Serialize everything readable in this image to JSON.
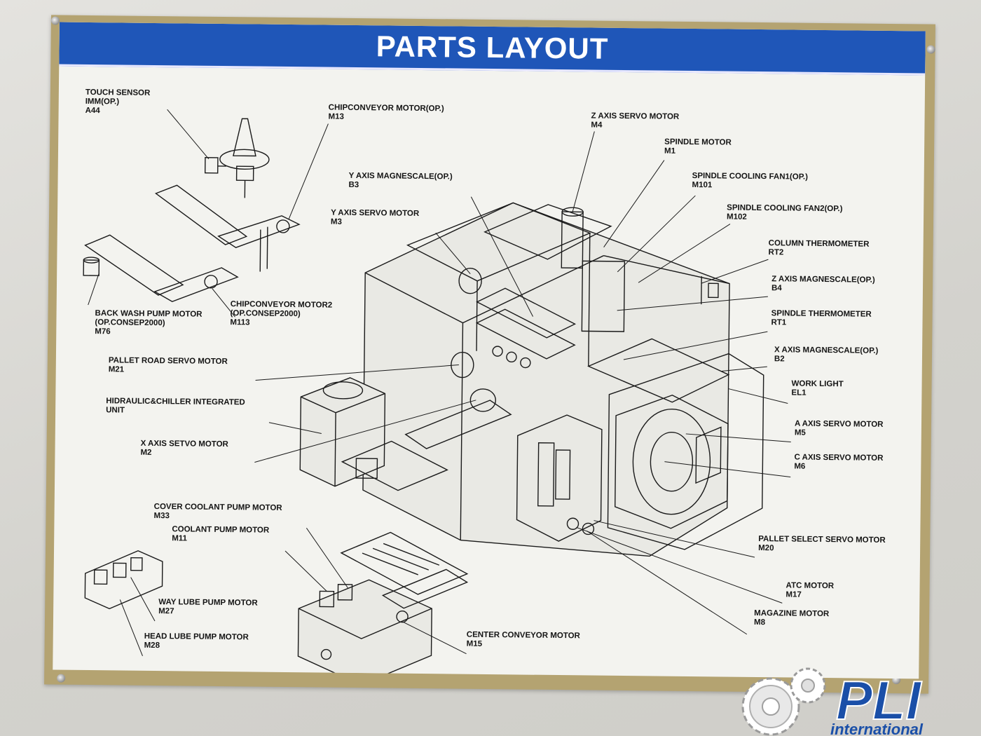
{
  "title": "PARTS LAYOUT",
  "logo": {
    "brand": "PLI",
    "subtitle": "international"
  },
  "labels": [
    {
      "id": "touch-sensor",
      "lines": [
        "TOUCH SENSOR",
        "IMM(OP.)",
        "A44"
      ]
    },
    {
      "id": "chipconveyor-motor-op",
      "lines": [
        "CHIPCONVEYOR MOTOR(OP.)",
        "M13"
      ]
    },
    {
      "id": "z-axis-servo-motor",
      "lines": [
        "Z AXIS SERVO MOTOR",
        "M4"
      ]
    },
    {
      "id": "spindle-motor",
      "lines": [
        "SPINDLE MOTOR",
        "M1"
      ]
    },
    {
      "id": "spindle-cooling-fan1",
      "lines": [
        "SPINDLE COOLING FAN1(OP.)",
        "M101"
      ]
    },
    {
      "id": "y-axis-magnescale",
      "lines": [
        "Y AXIS MAGNESCALE(OP.)",
        "B3"
      ]
    },
    {
      "id": "spindle-cooling-fan2",
      "lines": [
        "SPINDLE COOLING FAN2(OP.)",
        "M102"
      ]
    },
    {
      "id": "y-axis-servo-motor",
      "lines": [
        "Y AXIS SERVO MOTOR",
        "M3"
      ]
    },
    {
      "id": "column-thermometer",
      "lines": [
        "COLUMN THERMOMETER",
        "RT2"
      ]
    },
    {
      "id": "z-axis-magnescale",
      "lines": [
        "Z AXIS MAGNESCALE(OP.)",
        "B4"
      ]
    },
    {
      "id": "back-wash-pump-motor",
      "lines": [
        "BACK WASH PUMP MOTOR",
        "(OP.CONSEP2000)",
        "M76"
      ]
    },
    {
      "id": "chipconveyor-motor2",
      "lines": [
        "CHIPCONVEYOR MOTOR2",
        "(OP.CONSEP2000)",
        "M113"
      ]
    },
    {
      "id": "spindle-thermometer",
      "lines": [
        "SPINDLE THERMOMETER",
        "RT1"
      ]
    },
    {
      "id": "x-axis-magnescale",
      "lines": [
        "X AXIS MAGNESCALE(OP.)",
        "B2"
      ]
    },
    {
      "id": "pallet-road-servo-motor",
      "lines": [
        "PALLET ROAD SERVO MOTOR",
        "M21"
      ]
    },
    {
      "id": "work-light",
      "lines": [
        "WORK LIGHT",
        "EL1"
      ]
    },
    {
      "id": "hydraulic-chiller-unit",
      "lines": [
        "HIDRAULIC&CHILLER INTEGRATED",
        "UNIT"
      ]
    },
    {
      "id": "a-axis-servo-motor",
      "lines": [
        "A AXIS SERVO MOTOR",
        "M5"
      ]
    },
    {
      "id": "x-axis-servo-motor",
      "lines": [
        "X AXIS SETVO MOTOR",
        "M2"
      ]
    },
    {
      "id": "c-axis-servo-motor",
      "lines": [
        "C AXIS SERVO MOTOR",
        "M6"
      ]
    },
    {
      "id": "cover-coolant-pump-motor",
      "lines": [
        "COVER COOLANT PUMP MOTOR",
        "M33"
      ]
    },
    {
      "id": "coolant-pump-motor",
      "lines": [
        "COOLANT PUMP MOTOR",
        "M11"
      ]
    },
    {
      "id": "pallet-select-servo-motor",
      "lines": [
        "PALLET SELECT SERVO MOTOR",
        "M20"
      ]
    },
    {
      "id": "atc-motor",
      "lines": [
        "ATC MOTOR",
        "M17"
      ]
    },
    {
      "id": "way-lube-pump-motor",
      "lines": [
        "WAY LUBE PUMP MOTOR",
        "M27"
      ]
    },
    {
      "id": "magazine-motor",
      "lines": [
        "MAGAZINE MOTOR",
        "M8"
      ]
    },
    {
      "id": "head-lube-pump-motor",
      "lines": [
        "HEAD LUBE PUMP MOTOR",
        "M28"
      ]
    },
    {
      "id": "center-conveyor-motor",
      "lines": [
        "CENTER CONVEYOR MOTOR",
        "M15"
      ]
    }
  ]
}
